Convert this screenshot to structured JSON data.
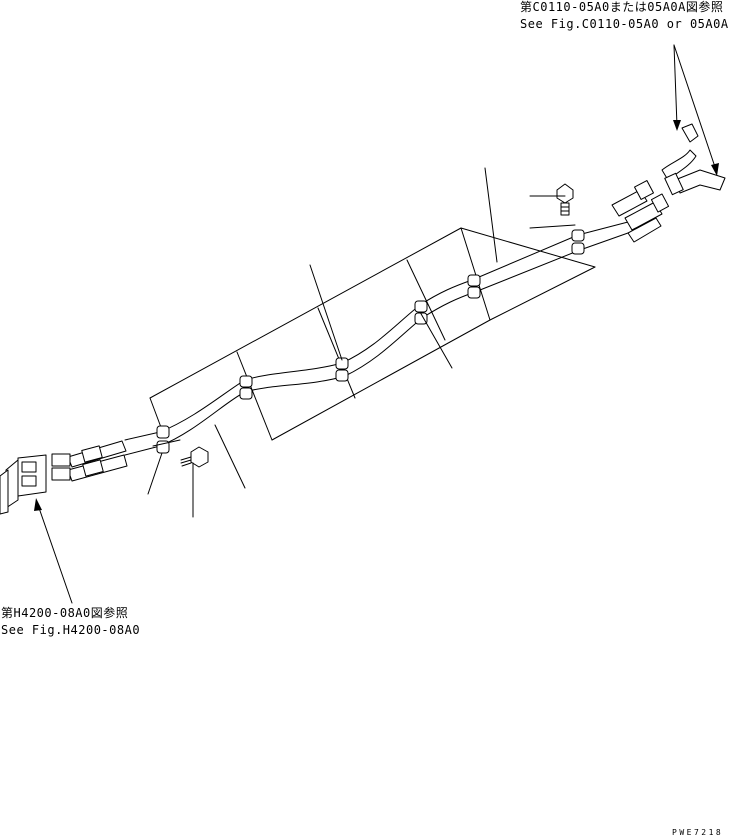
{
  "callouts": {
    "top_right": {
      "jp": "第C0110-05A0または05A0A図参照",
      "en": "See Fig.C0110-05A0 or 05A0A"
    },
    "bottom_left": {
      "jp": "第H4200-08A0図参照",
      "en": "See Fig.H4200-08A0"
    }
  },
  "drawing_code": "PWE7218"
}
